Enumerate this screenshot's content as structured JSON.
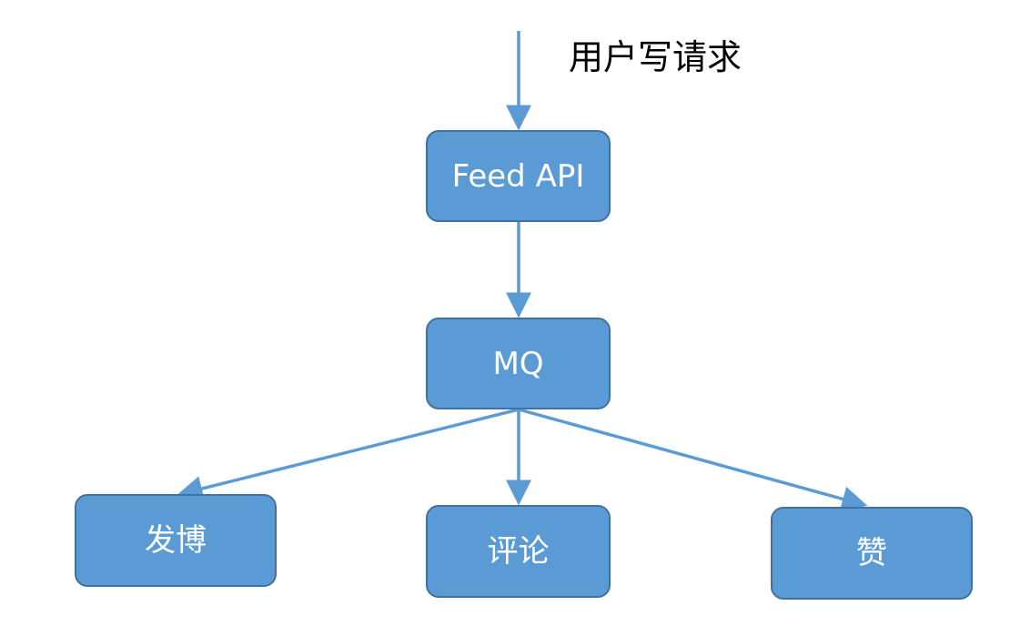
{
  "request_label": "用户写请求",
  "nodes": {
    "api": "Feed API",
    "mq": "MQ",
    "post": "发博",
    "comment": "评论",
    "like": "赞"
  },
  "colors": {
    "node_fill": "#5b9bd5",
    "node_border": "#41719c",
    "arrow": "#5b9bd5",
    "node_text": "#ffffff"
  }
}
